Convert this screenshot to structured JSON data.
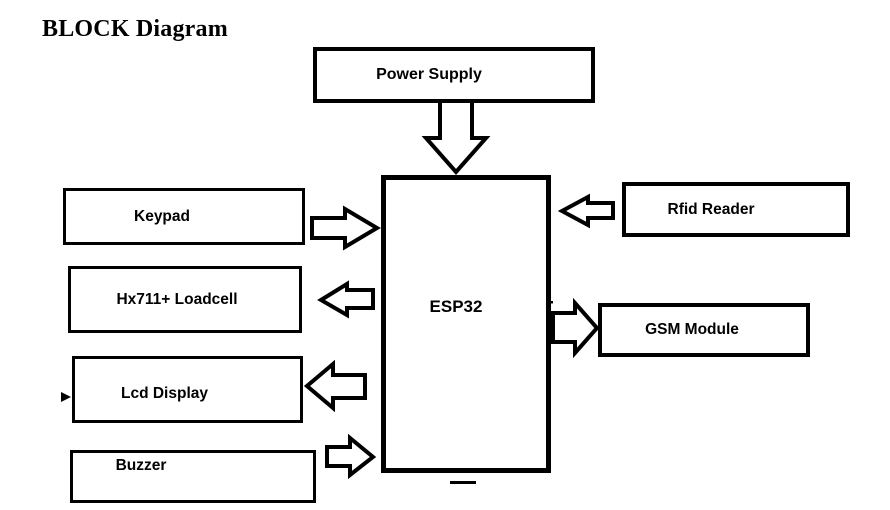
{
  "title": "BLOCK Diagram",
  "colors": {
    "background": "#ffffff",
    "box_fill": "#ffffff",
    "line": "#000000",
    "text": "#000000"
  },
  "diagram": {
    "nodes": {
      "power_supply": {
        "label": "Power Supply"
      },
      "keypad": {
        "label": "Keypad"
      },
      "hx711_loadcell": {
        "label": "Hx711+ Loadcell"
      },
      "lcd_display": {
        "label": "Lcd Display"
      },
      "buzzer": {
        "label": "Buzzer"
      },
      "esp32": {
        "label": "ESP32"
      },
      "rfid_reader": {
        "label": "Rfid Reader"
      },
      "gsm_module": {
        "label": "GSM Module"
      }
    },
    "connections": [
      {
        "from": "power_supply",
        "to": "esp32",
        "direction": "down",
        "style": "block-arrow"
      },
      {
        "from": "keypad",
        "to": "esp32",
        "direction": "right",
        "style": "block-arrow"
      },
      {
        "from": "esp32",
        "to": "hx711_loadcell",
        "direction": "left",
        "style": "block-arrow"
      },
      {
        "from": "esp32",
        "to": "lcd_display",
        "direction": "left",
        "style": "block-arrow"
      },
      {
        "from": "buzzer",
        "to": "esp32",
        "direction": "right",
        "style": "block-arrow"
      },
      {
        "from": "rfid_reader",
        "to": "esp32",
        "direction": "left",
        "style": "block-arrow"
      },
      {
        "from": "esp32",
        "to": "gsm_module",
        "direction": "right",
        "style": "block-arrow"
      }
    ]
  }
}
